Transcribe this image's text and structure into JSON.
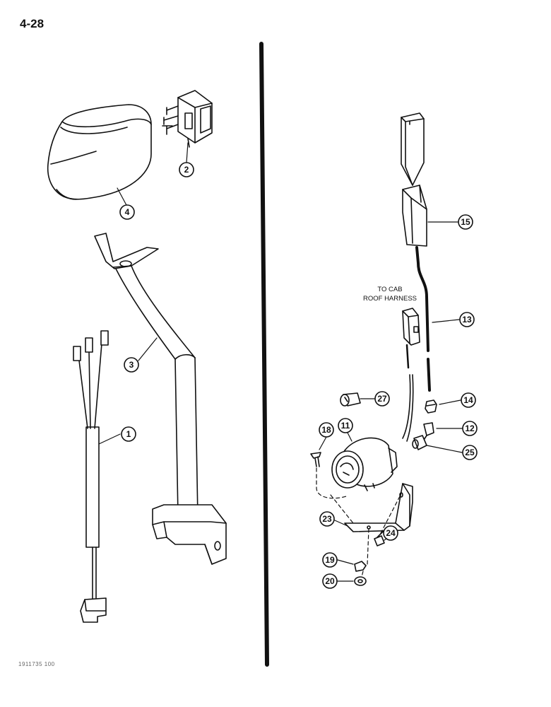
{
  "page": {
    "number": "4-28",
    "footer_code": "1911735 100"
  },
  "colors": {
    "ink": "#111111",
    "paper": "#ffffff"
  },
  "annotations": {
    "cab_roof_line1": "TO CAB",
    "cab_roof_line2": "ROOF HARNESS"
  },
  "callouts": [
    {
      "id": "c4",
      "label": "4",
      "part": "cover"
    },
    {
      "id": "c2",
      "label": "2",
      "part": "rocker-switch"
    },
    {
      "id": "c3",
      "label": "3",
      "part": "mounting-bracket"
    },
    {
      "id": "c1",
      "label": "1",
      "part": "wire-harness"
    },
    {
      "id": "c15",
      "label": "15",
      "part": "bracket-sleeve"
    },
    {
      "id": "c13",
      "label": "13",
      "part": "cable"
    },
    {
      "id": "c27",
      "label": "27",
      "part": "bulb"
    },
    {
      "id": "c14",
      "label": "14",
      "part": "nut"
    },
    {
      "id": "c11",
      "label": "11",
      "part": "gauge"
    },
    {
      "id": "c18",
      "label": "18",
      "part": "screw"
    },
    {
      "id": "c12",
      "label": "12",
      "part": "fitting"
    },
    {
      "id": "c25",
      "label": "25",
      "part": "adapter"
    },
    {
      "id": "c23",
      "label": "23",
      "part": "gauge-bracket"
    },
    {
      "id": "c24",
      "label": "24",
      "part": "bolt"
    },
    {
      "id": "c19",
      "label": "19",
      "part": "lock-nut"
    },
    {
      "id": "c20",
      "label": "20",
      "part": "washer"
    }
  ]
}
